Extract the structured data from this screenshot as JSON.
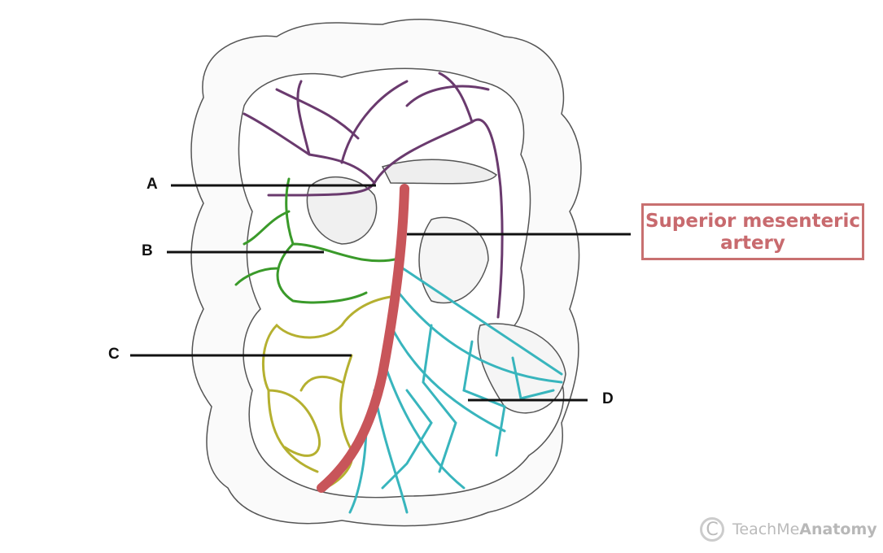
{
  "labels": {
    "a": "A",
    "b": "B",
    "c": "C",
    "d": "D"
  },
  "highlight_box": {
    "line1": "Superior mesenteric",
    "line2": "artery"
  },
  "watermark": {
    "icon": "copyright-icon",
    "brand_light": "TeachMe",
    "brand_bold": "Anatomy"
  },
  "colors": {
    "superior_mesenteric": "#c8555a",
    "middle_colic": "#6a3a6e",
    "right_colic": "#3a9a2a",
    "ileocolic": "#b5b030",
    "jejunal_ileal": "#38b5bd",
    "box_border": "#c87070"
  }
}
